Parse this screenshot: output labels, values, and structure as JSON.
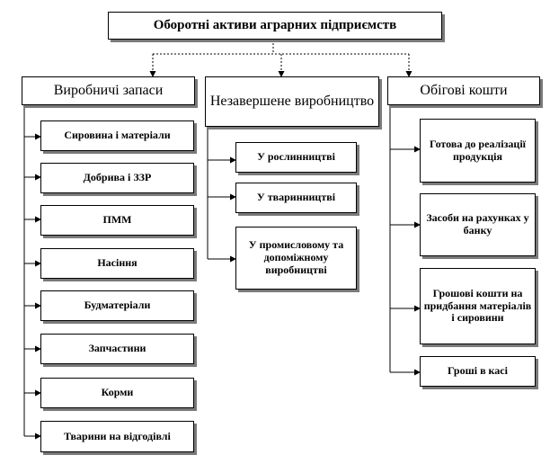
{
  "title": "Оборотні активи аграрних підприємств",
  "columns": [
    {
      "heading": "Виробничі запаси",
      "items": [
        "Сировина і матеріали",
        "Добрива і ЗЗР",
        "ПММ",
        "Насіння",
        "Будматеріали",
        "Запчастини",
        "Корми",
        "Тварини на відгодівлі"
      ]
    },
    {
      "heading": "Незавершене виробництво",
      "items": [
        "У рослинництві",
        "У тваринництві",
        "У промисловому та допоміжному виробництві"
      ]
    },
    {
      "heading": "Обігові кошти",
      "items": [
        "Готова до реалізації продукція",
        "Засоби на рахунках у банку",
        "Грошові кошти на придбання матеріалів і сировини",
        "Гроші в касі"
      ]
    }
  ]
}
